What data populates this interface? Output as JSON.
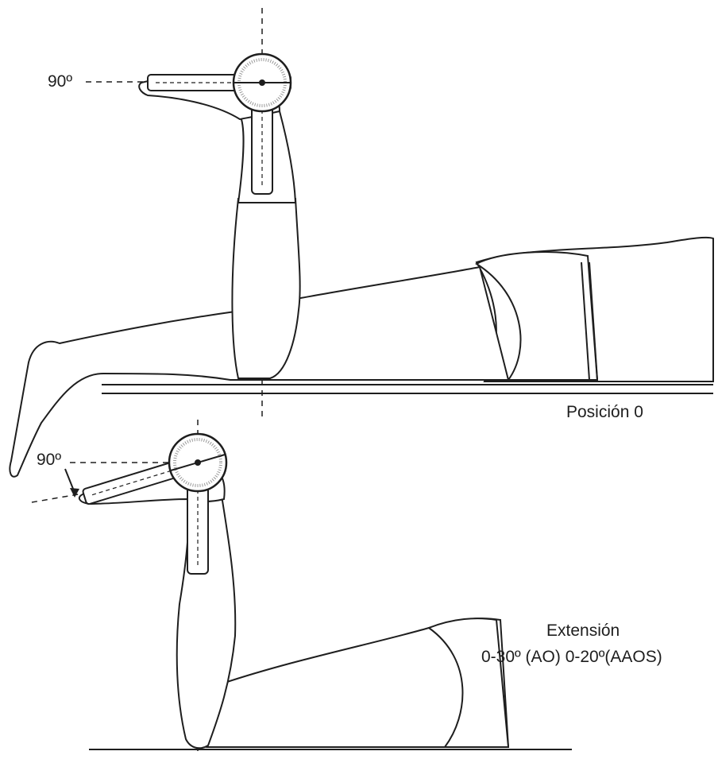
{
  "figure": {
    "top_panel": {
      "angle_label": "90º",
      "position_caption": "Posición 0"
    },
    "bottom_panel": {
      "angle_label": "90º",
      "motion_title": "Extensión",
      "motion_range": "0-30º (AO) 0-20º(AAOS)"
    }
  },
  "colors": {
    "line": "#1e1e1e",
    "fill": "#ffffff",
    "shade": "#d9d9d9"
  }
}
